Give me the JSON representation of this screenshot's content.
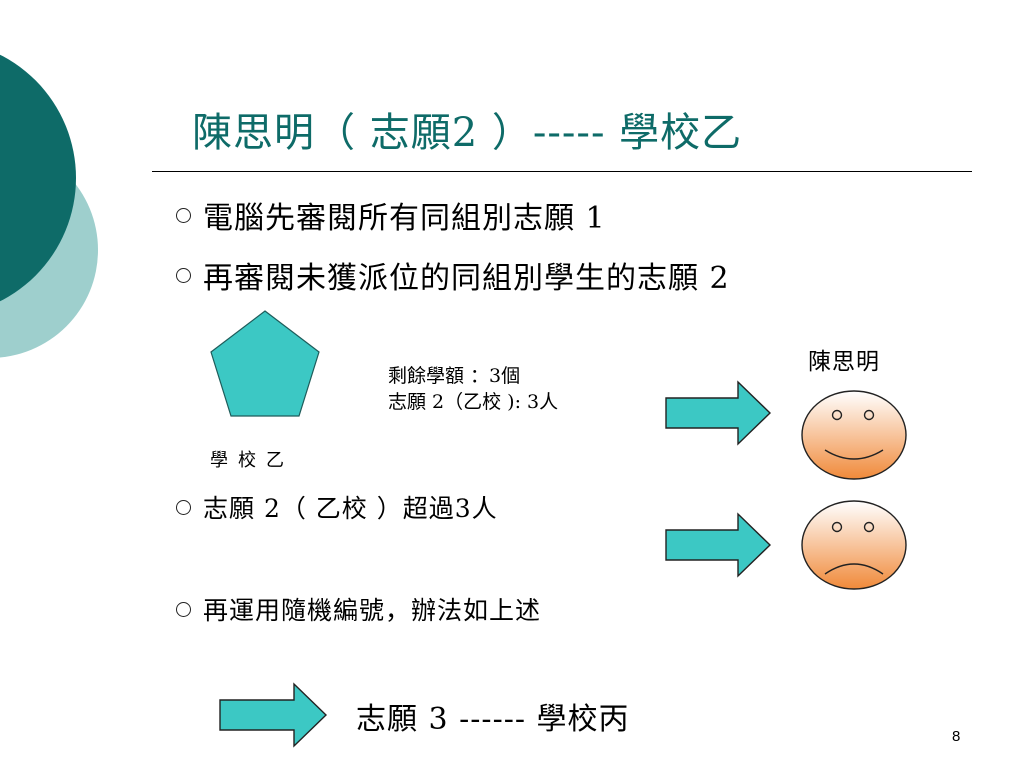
{
  "slide": {
    "title": "陳思明（ 志願2 ）----- 學校乙",
    "page_number": "8",
    "bullets": [
      "電腦先審閱所有同組別志願 1",
      "再審閱未獲派位的同組別學生的志願 2",
      "志願 2（ 乙校 ）超過3人",
      "再運用隨機編號，辦法如上述"
    ],
    "school_label": "學校乙",
    "info_lines": [
      "剩餘學額 ：3個",
      "志願 2（乙校 ): 3人"
    ],
    "face_label": "陳思明",
    "bottom_text": "志願 3 ------ 學校丙"
  },
  "colors": {
    "title": "#0e6b68",
    "dark_teal": "#0e6b68",
    "light_teal": "#9ecfcd",
    "arrow_fill": "#3cc8c4",
    "pentagon_fill": "#3cc8c4",
    "face_top": "#ffffff",
    "face_bottom": "#f08a3a"
  },
  "icons": {
    "bullet": "hollow-circle",
    "happy_face": "smiley-face",
    "sad_face": "frowning-face",
    "school": "pentagon",
    "arrows": "block-arrow-right"
  }
}
